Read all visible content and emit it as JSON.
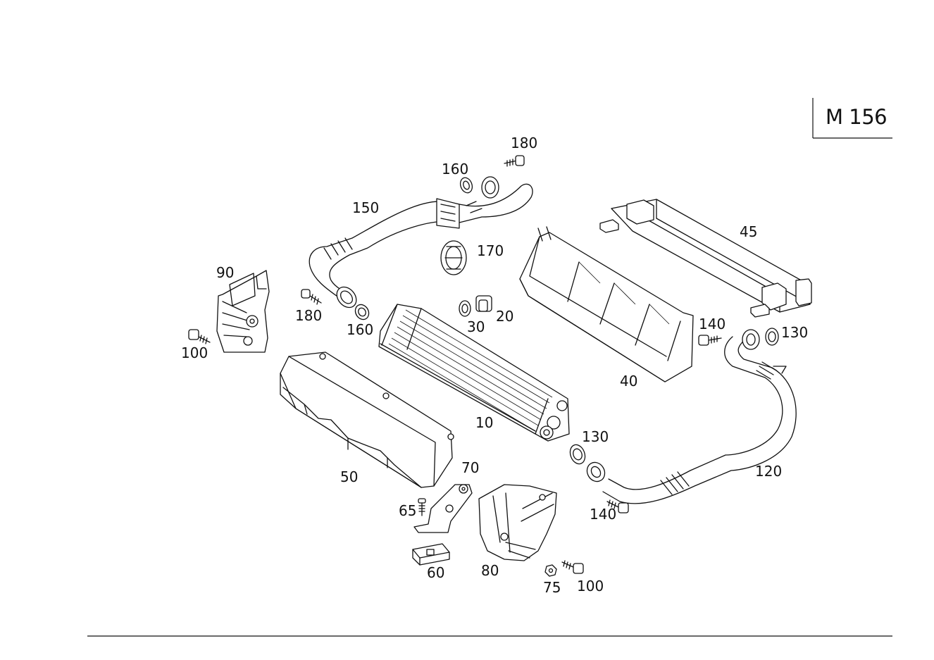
{
  "engine_code": "M 156",
  "callouts": {
    "p10": "10",
    "p20": "20",
    "p30": "30",
    "p40": "40",
    "p45": "45",
    "p50": "50",
    "p60": "60",
    "p65": "65",
    "p70": "70",
    "p75": "75",
    "p80": "80",
    "p90": "90",
    "p100a": "100",
    "p100b": "100",
    "p120": "120",
    "p130a": "130",
    "p130b": "130",
    "p140a": "140",
    "p140b": "140",
    "p150": "150",
    "p160a": "160",
    "p160b": "160",
    "p170": "170",
    "p180a": "180",
    "p180b": "180"
  }
}
